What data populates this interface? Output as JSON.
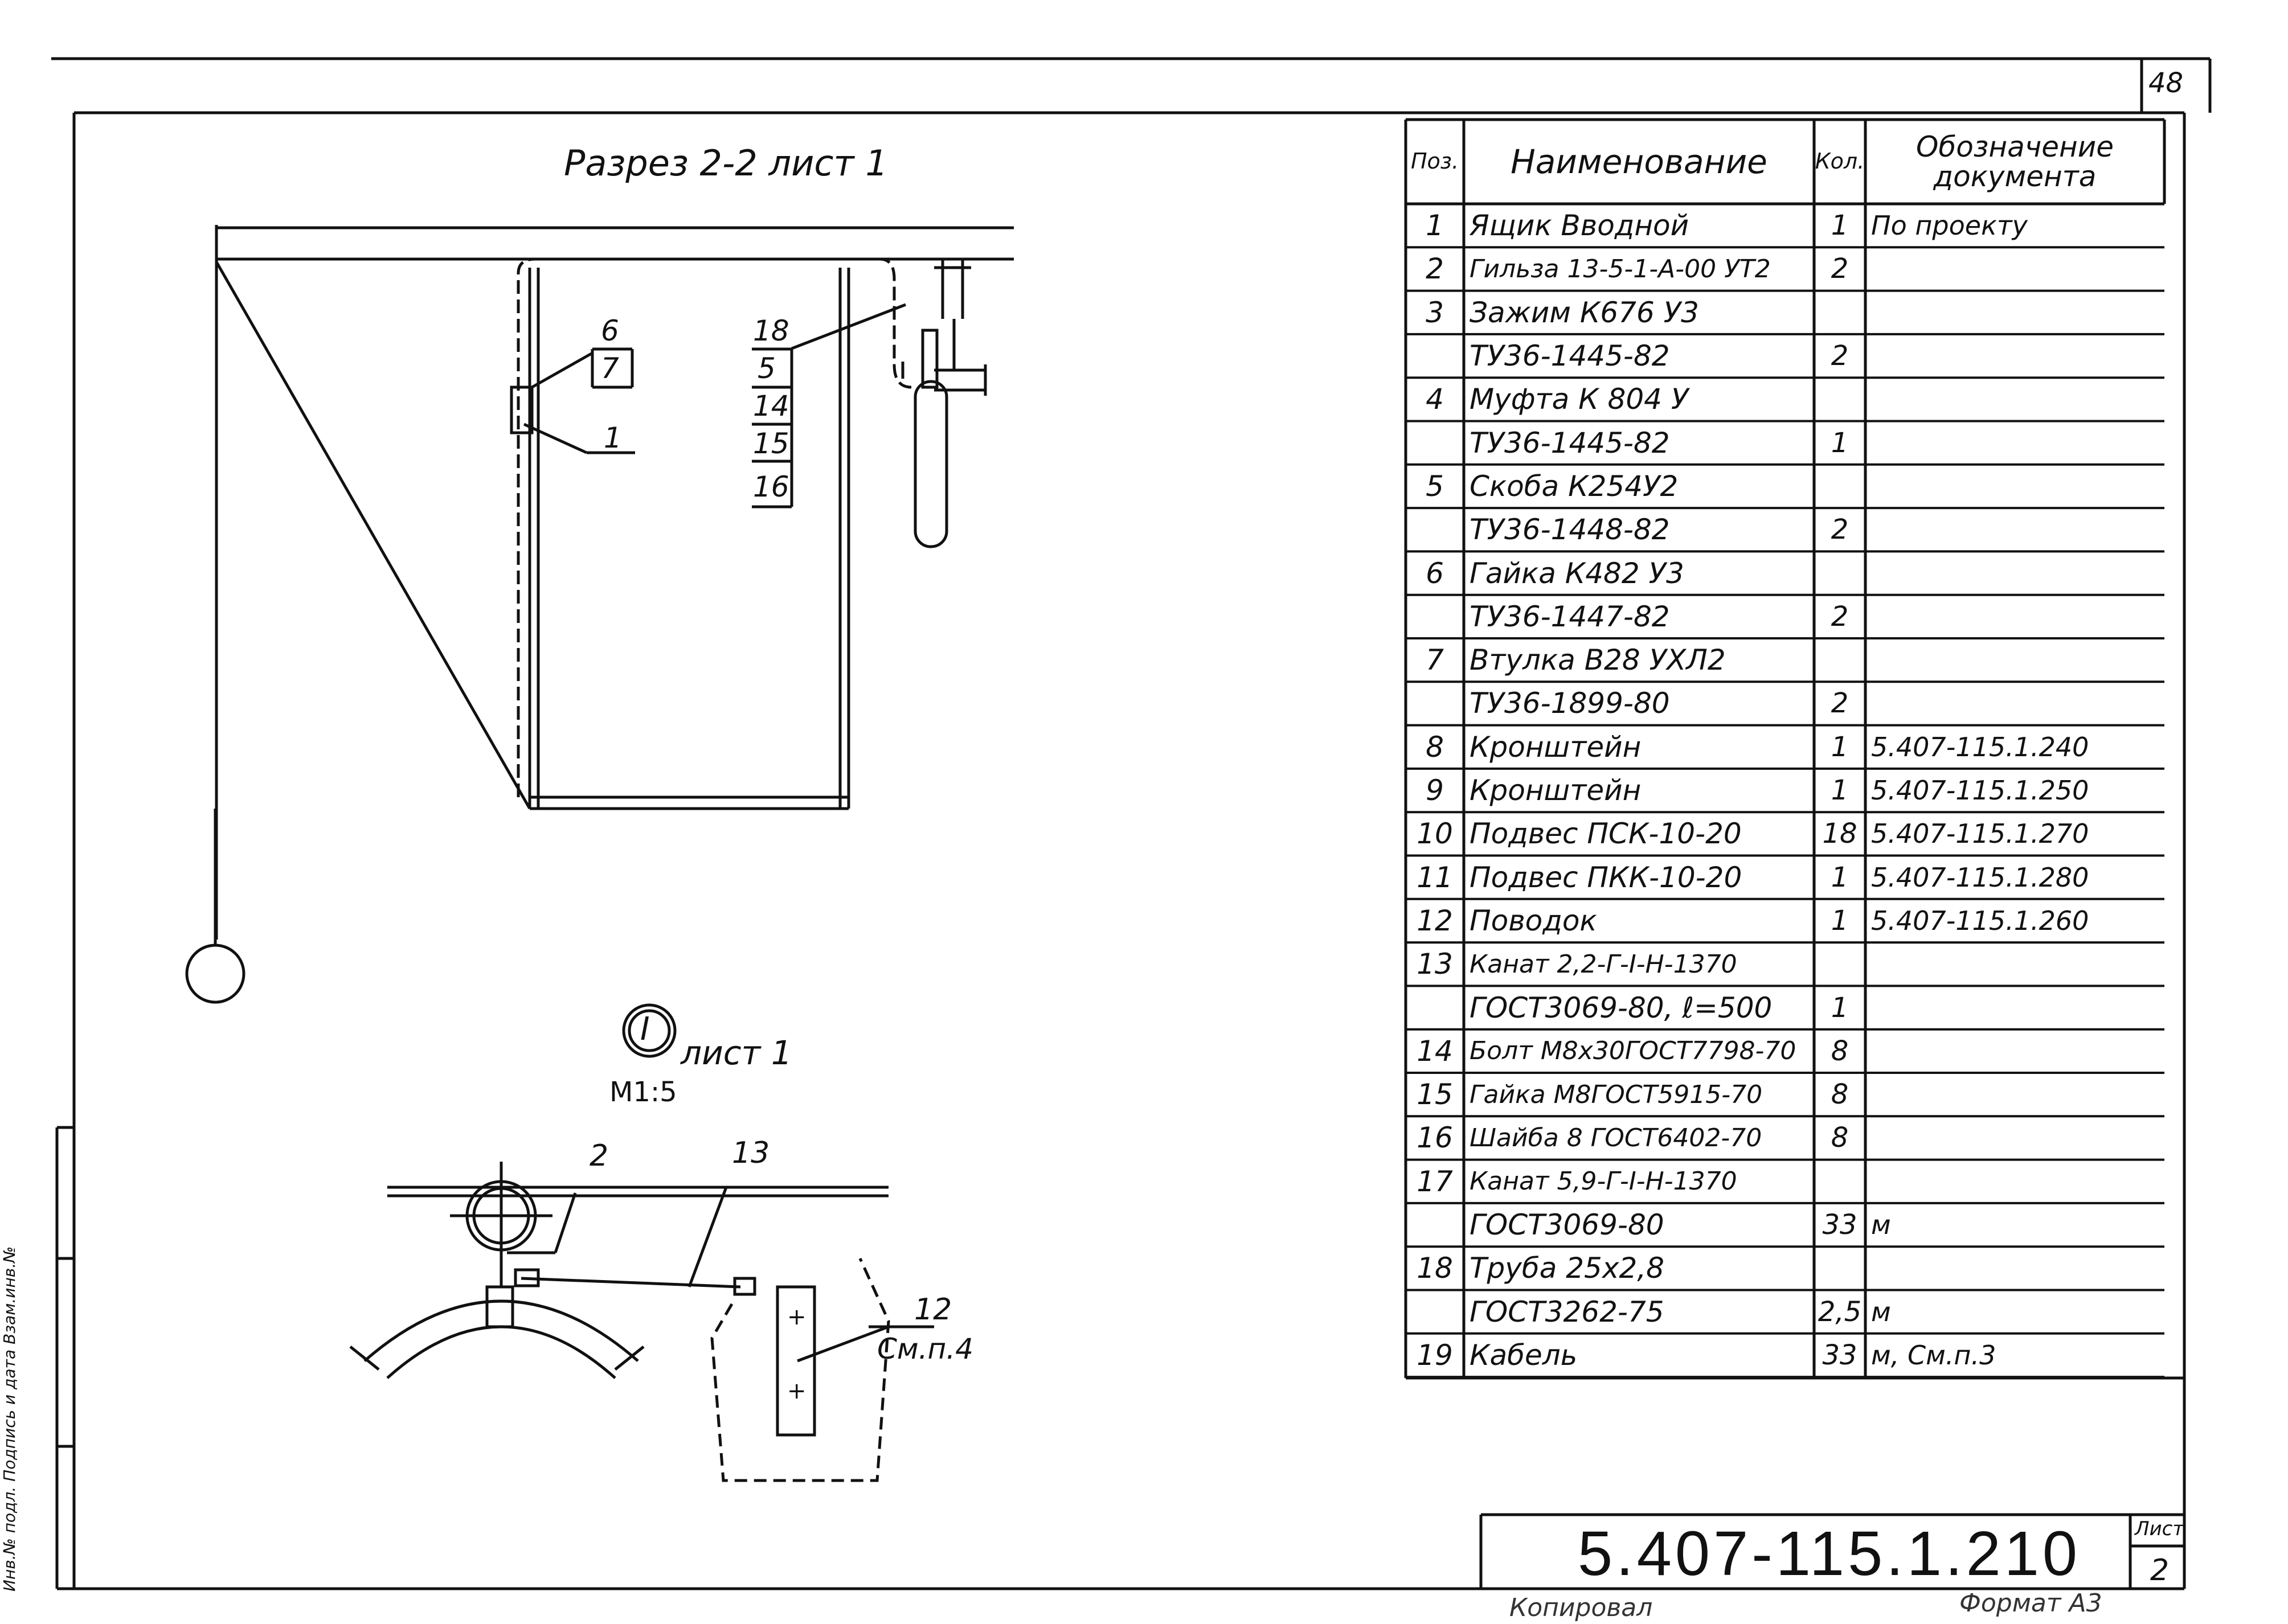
{
  "page_number": "48",
  "section_label": "Разрез 2-2 лист 1",
  "detail_callout": {
    "numeral": "I",
    "sheet": "лист 1",
    "scale": "М1:5"
  },
  "section_tags": {
    "left_stack": [
      "6",
      "7"
    ],
    "left_single": "1",
    "right_stack": [
      "18",
      "5",
      "14",
      "15",
      "16"
    ]
  },
  "detail_tags": {
    "t2": "2",
    "t13": "13",
    "t12": "12",
    "note": "См.п.4",
    "plus": "+"
  },
  "table": {
    "headers": {
      "pos": "Поз.",
      "name": "Наименование",
      "qty": "Кол.",
      "doc_line1": "Обозначение",
      "doc_line2": "документа"
    },
    "rows": [
      {
        "pos": "1",
        "name": "Ящик Вводной",
        "qty": "1",
        "doc": "По проекту"
      },
      {
        "pos": "2",
        "name": "Гильза 13-5-1-А-00 УТ2",
        "qty": "2",
        "doc": ""
      },
      {
        "pos": "3",
        "name": "Зажим К676 У3",
        "qty": "",
        "doc": ""
      },
      {
        "pos": "",
        "name": "ТУ36-1445-82",
        "qty": "2",
        "doc": ""
      },
      {
        "pos": "4",
        "name": "Муфта К 804 У",
        "qty": "",
        "doc": ""
      },
      {
        "pos": "",
        "name": "ТУ36-1445-82",
        "qty": "1",
        "doc": ""
      },
      {
        "pos": "5",
        "name": "Скоба К254У2",
        "qty": "",
        "doc": ""
      },
      {
        "pos": "",
        "name": "ТУ36-1448-82",
        "qty": "2",
        "doc": ""
      },
      {
        "pos": "6",
        "name": "Гайка К482 У3",
        "qty": "",
        "doc": ""
      },
      {
        "pos": "",
        "name": "ТУ36-1447-82",
        "qty": "2",
        "doc": ""
      },
      {
        "pos": "7",
        "name": "Втулка В28 УХЛ2",
        "qty": "",
        "doc": ""
      },
      {
        "pos": "",
        "name": "ТУ36-1899-80",
        "qty": "2",
        "doc": ""
      },
      {
        "pos": "8",
        "name": "Кронштейн",
        "qty": "1",
        "doc": "5.407-115.1.240"
      },
      {
        "pos": "9",
        "name": "Кронштейн",
        "qty": "1",
        "doc": "5.407-115.1.250"
      },
      {
        "pos": "10",
        "name": "Подвес ПСК-10-20",
        "qty": "18",
        "doc": "5.407-115.1.270"
      },
      {
        "pos": "11",
        "name": "Подвес ПКК-10-20",
        "qty": "1",
        "doc": "5.407-115.1.280"
      },
      {
        "pos": "12",
        "name": "Поводок",
        "qty": "1",
        "doc": "5.407-115.1.260"
      },
      {
        "pos": "13",
        "name": "Канат 2,2-Г-I-Н-1370",
        "qty": "",
        "doc": ""
      },
      {
        "pos": "",
        "name": "ГОСТ3069-80, ℓ=500",
        "qty": "1",
        "doc": ""
      },
      {
        "pos": "14",
        "name": "Болт М8х30ГОСТ7798-70",
        "qty": "8",
        "doc": ""
      },
      {
        "pos": "15",
        "name": "Гайка М8ГОСТ5915-70",
        "qty": "8",
        "doc": ""
      },
      {
        "pos": "16",
        "name": "Шайба 8 ГОСТ6402-70",
        "qty": "8",
        "doc": ""
      },
      {
        "pos": "17",
        "name": "Канат 5,9-Г-I-Н-1370",
        "qty": "",
        "doc": ""
      },
      {
        "pos": "",
        "name": "ГОСТ3069-80",
        "qty": "33",
        "doc": "м"
      },
      {
        "pos": "18",
        "name": "Труба 25х2,8",
        "qty": "",
        "doc": ""
      },
      {
        "pos": "",
        "name": "ГОСТ3262-75",
        "qty": "2,5",
        "doc": "м"
      },
      {
        "pos": "19",
        "name": "Кабель",
        "qty": "33",
        "doc": "м, См.п.3"
      }
    ]
  },
  "title_block": {
    "designation": "5.407-115.1.210",
    "sheet_label": "Лист",
    "sheet_number": "2"
  },
  "footer": {
    "copied": "Копировал",
    "format": "Формат А3"
  },
  "side_stamp": {
    "label": "Инв.№ подл. Подпись и дата Взам.инв.№"
  }
}
